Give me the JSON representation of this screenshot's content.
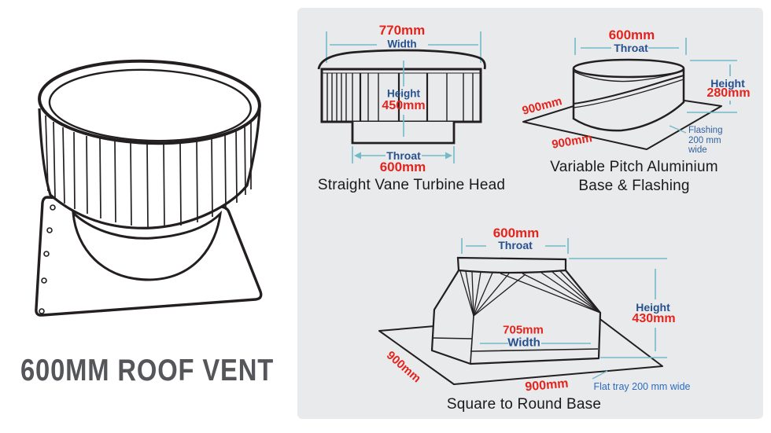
{
  "title": "600MM ROOF VENT",
  "colors": {
    "dimension_red": "#e5231d",
    "label_blue": "#27508f",
    "flashing_note_blue": "#31619f",
    "tray_note_blue": "#2d6cc0",
    "dim_line_teal": "#72bac8",
    "panel_gray": "#e9eaec",
    "line_black": "#231f20",
    "caption_black": "#1a1a1a",
    "title_gray": "#55565a"
  },
  "diagrams": {
    "turbine_head": {
      "caption": "Straight Vane Turbine Head",
      "width_value": "770mm",
      "width_label": "Width",
      "height_label": "Height",
      "height_value": "450mm",
      "throat_label": "Throat",
      "throat_value": "600mm"
    },
    "base_flashing": {
      "caption_line1": "Variable Pitch Aluminium",
      "caption_line2": "Base & Flashing",
      "throat_value": "600mm",
      "throat_label": "Throat",
      "height_label": "Height",
      "height_value": "280mm",
      "side_value_1": "900mm",
      "side_value_2": "900mm",
      "flashing_note_line1": "Flashing",
      "flashing_note_line2": "200 mm",
      "flashing_note_line3": "wide"
    },
    "square_base": {
      "caption": "Square to Round Base",
      "throat_value": "600mm",
      "throat_label": "Throat",
      "width_value": "705mm",
      "width_label": "Width",
      "height_label": "Height",
      "height_value": "430mm",
      "side_value_1": "900mm",
      "side_value_2": "900mm",
      "tray_note": "Flat tray 200 mm wide"
    }
  }
}
